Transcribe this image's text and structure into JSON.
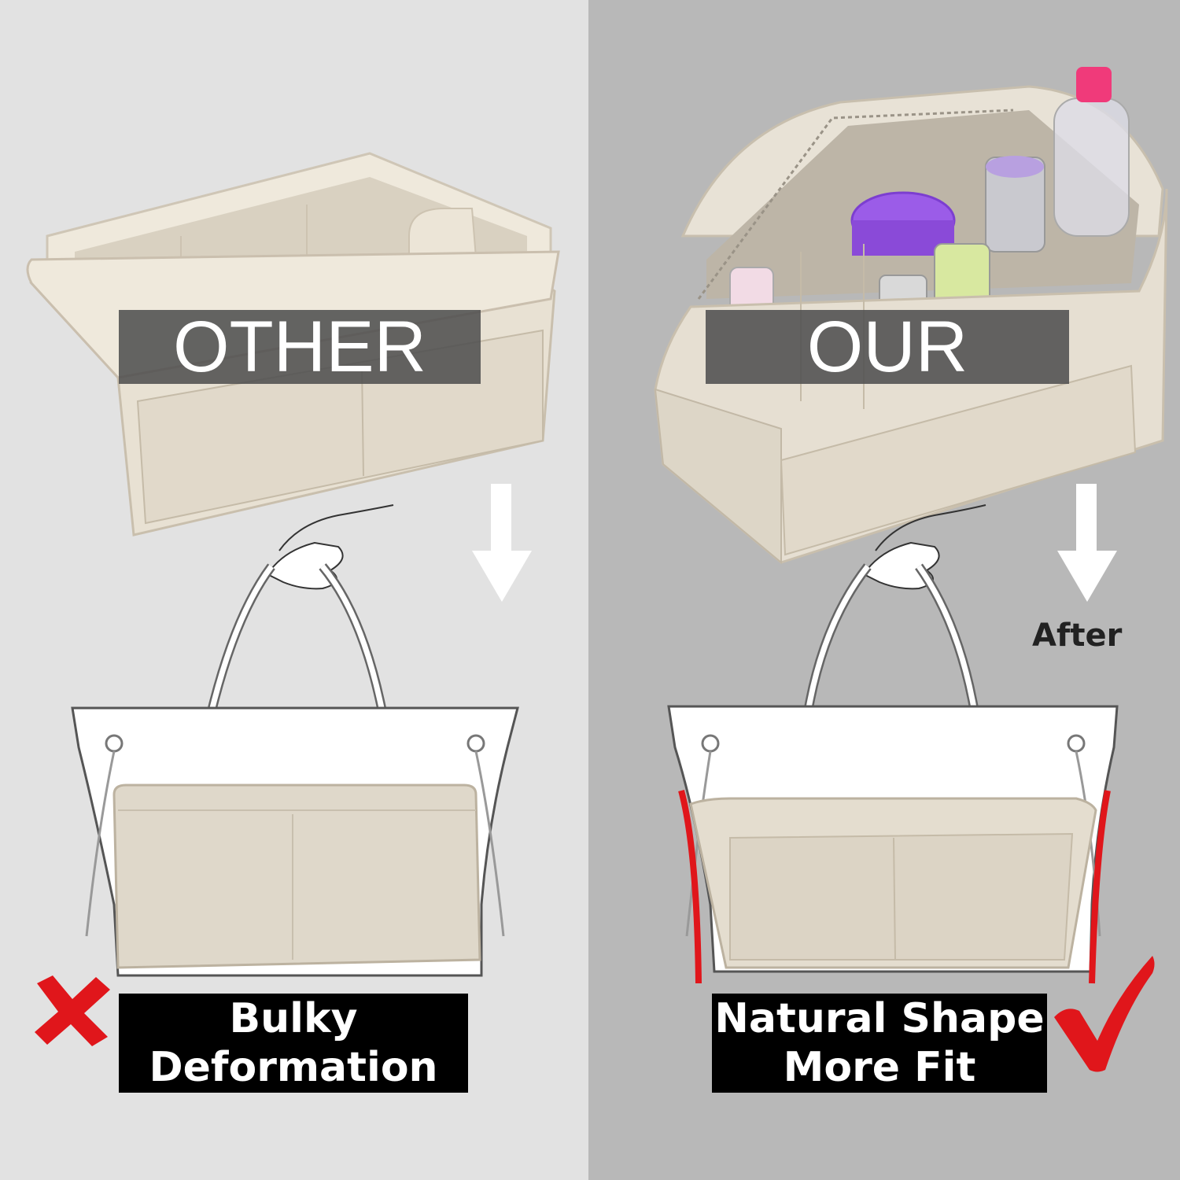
{
  "left": {
    "title": "OTHER",
    "result_line1": "Bulky",
    "result_line2": "Deformation",
    "result_icon": "cross-icon"
  },
  "right": {
    "title": "OUR",
    "after_label": "After",
    "result_line1": "Natural Shape",
    "result_line2": "More Fit",
    "result_icon": "check-icon"
  },
  "colors": {
    "left_background": "#e2e2e2",
    "right_background": "#b8b8b8",
    "felt": "#e6dfd2",
    "accent_red": "#e0161b"
  }
}
